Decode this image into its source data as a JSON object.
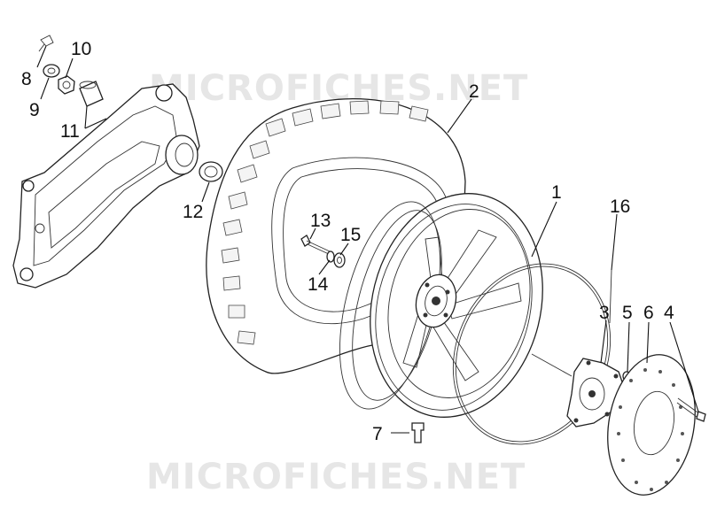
{
  "watermark": {
    "top_text": "MICROFICHES.NET",
    "bottom_text": "MICROFICHES.NET"
  },
  "callouts": [
    {
      "id": "c1",
      "label": "1"
    },
    {
      "id": "c2",
      "label": "2"
    },
    {
      "id": "c3",
      "label": "3"
    },
    {
      "id": "c4",
      "label": "4"
    },
    {
      "id": "c5",
      "label": "5"
    },
    {
      "id": "c6",
      "label": "6"
    },
    {
      "id": "c7",
      "label": "7"
    },
    {
      "id": "c8",
      "label": "8"
    },
    {
      "id": "c9",
      "label": "9"
    },
    {
      "id": "c10",
      "label": "10"
    },
    {
      "id": "c11",
      "label": "11"
    },
    {
      "id": "c12",
      "label": "12"
    },
    {
      "id": "c13",
      "label": "13"
    },
    {
      "id": "c14",
      "label": "14"
    },
    {
      "id": "c15",
      "label": "15"
    },
    {
      "id": "c16",
      "label": "16"
    }
  ]
}
